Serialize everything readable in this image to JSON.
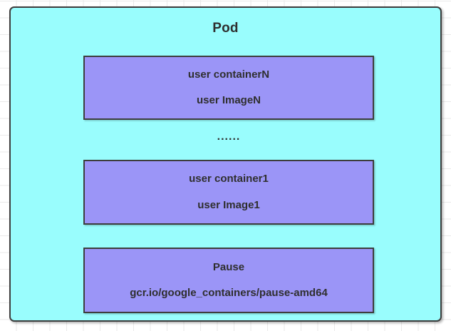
{
  "diagram": {
    "title": "Pod",
    "background": {
      "grid": true,
      "grid_color": "#eaeaea",
      "page_color": "#ffffff"
    },
    "pod": {
      "label": "Pod",
      "fill_color": "#99fdfd",
      "border_color": "#3d3d3d"
    },
    "ellipsis": "......",
    "containers": [
      {
        "name": "containerN",
        "line1": "user containerN",
        "line2": "user ImageN",
        "fill_color": "#9b95f7",
        "border_color": "#3d3d3d"
      },
      {
        "name": "container1",
        "line1": "user container1",
        "line2": "user Image1",
        "fill_color": "#9b95f7",
        "border_color": "#3d3d3d"
      },
      {
        "name": "pause",
        "line1": "Pause",
        "line2": "gcr.io/google_containers/pause-amd64",
        "fill_color": "#9b95f7",
        "border_color": "#3d3d3d"
      }
    ]
  }
}
